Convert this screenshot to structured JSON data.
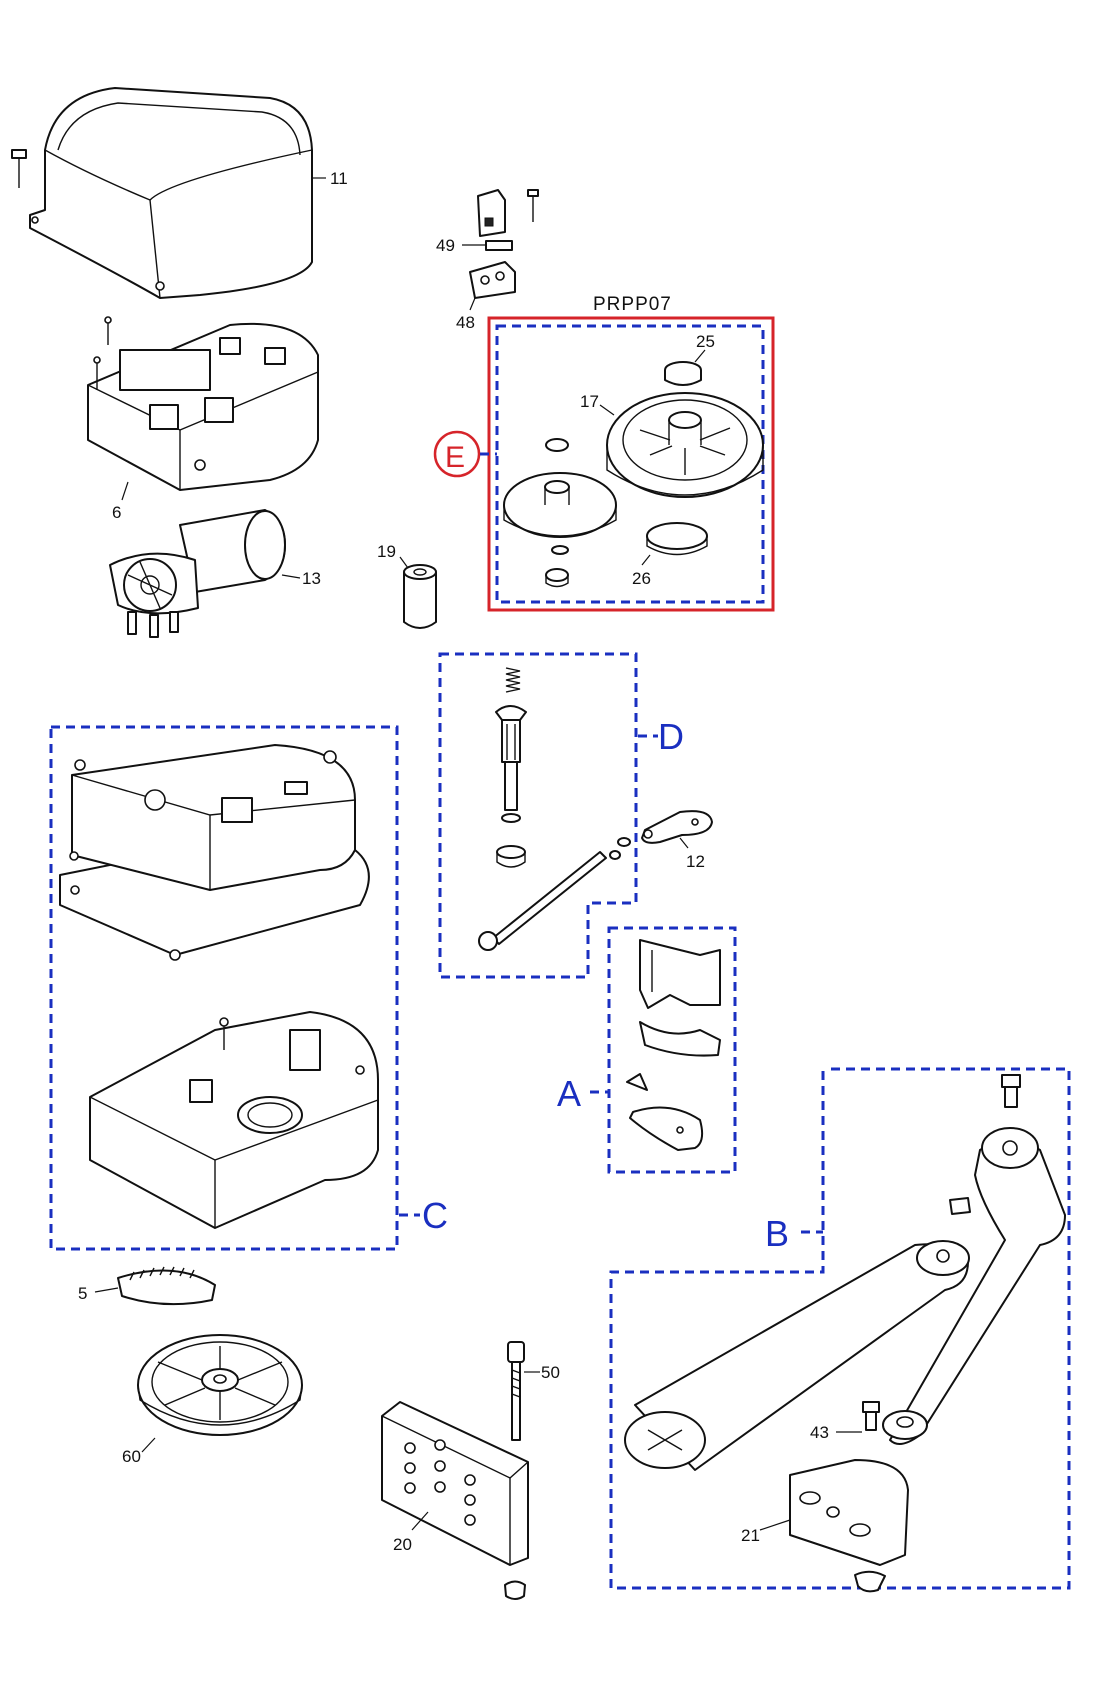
{
  "kit": {
    "code": "PRPP07"
  },
  "groups": {
    "a": "A",
    "b": "B",
    "c": "C",
    "d": "D",
    "e": "E"
  },
  "parts": {
    "p5": "5",
    "p6": "6",
    "p11": "11",
    "p12": "12",
    "p13": "13",
    "p17": "17",
    "p19": "19",
    "p20": "20",
    "p21": "21",
    "p25": "25",
    "p26": "26",
    "p43": "43",
    "p48": "48",
    "p49": "49",
    "p50": "50",
    "p60": "60"
  },
  "colors": {
    "group_outline": "#1a2fc0",
    "kit_outline": "#d6242a",
    "line_art": "#111111"
  }
}
